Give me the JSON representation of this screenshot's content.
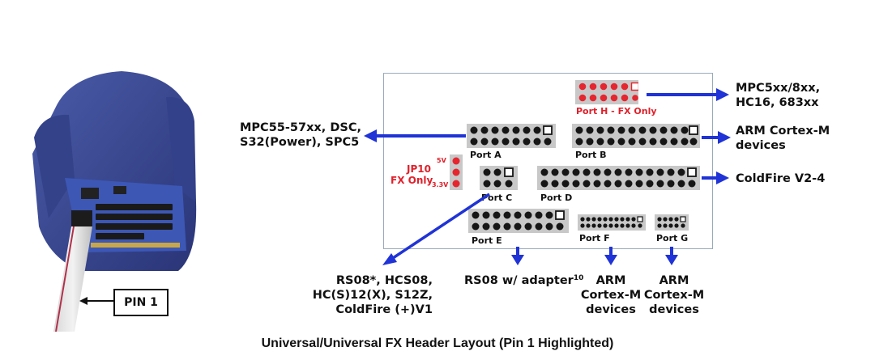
{
  "caption": "Universal/Universal FX Header Layout (Pin 1 Highlighted)",
  "pin1_label": "PIN 1",
  "jp10": {
    "title_line1": "JP10",
    "title_line2": "FX Only",
    "v5": "5V",
    "v33": "3.3V"
  },
  "ports": {
    "a": "Port A",
    "b": "Port B",
    "c": "Port C",
    "d": "Port D",
    "e": "Port E",
    "f": "Port F",
    "g": "Port G",
    "h": "Port H - FX Only"
  },
  "targets": {
    "port_h": [
      "MPC5xx/8xx,",
      "HC16, 683xx"
    ],
    "port_a": [
      "MPC55-57xx, DSC,",
      "S32(Power), SPC5"
    ],
    "port_b": [
      "ARM Cortex-M",
      "devices"
    ],
    "port_d": "ColdFire V2-4",
    "port_c": [
      "RS08*, HCS08,",
      "HC(S)12(X), S12Z,",
      "ColdFire (+)V1"
    ],
    "port_e_text": "RS08 w/ adapter",
    "port_e_sup": "10",
    "port_f": [
      "ARM",
      "Cortex-M",
      "devices"
    ],
    "port_g": [
      "ARM",
      "Cortex-M",
      "devices"
    ]
  },
  "colors": {
    "arrow": "#1f33d6",
    "header_gray": "#c8c8c8",
    "pin_black": "#161616",
    "pin_red": "#e5262f",
    "pcb_blue": "#3b4f9a"
  }
}
